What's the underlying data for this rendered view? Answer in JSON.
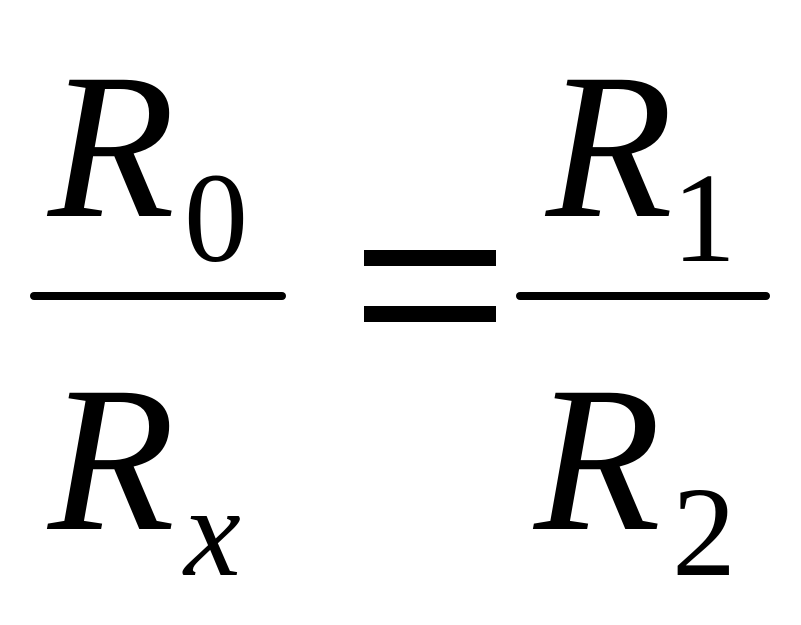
{
  "equation": {
    "left": {
      "numerator": {
        "symbol": "R",
        "subscript": "0"
      },
      "denominator": {
        "symbol": "R",
        "subscript": "x"
      }
    },
    "relation": "=",
    "right": {
      "numerator": {
        "symbol": "R",
        "subscript": "1"
      },
      "denominator": {
        "symbol": "R",
        "subscript": "2"
      }
    }
  }
}
